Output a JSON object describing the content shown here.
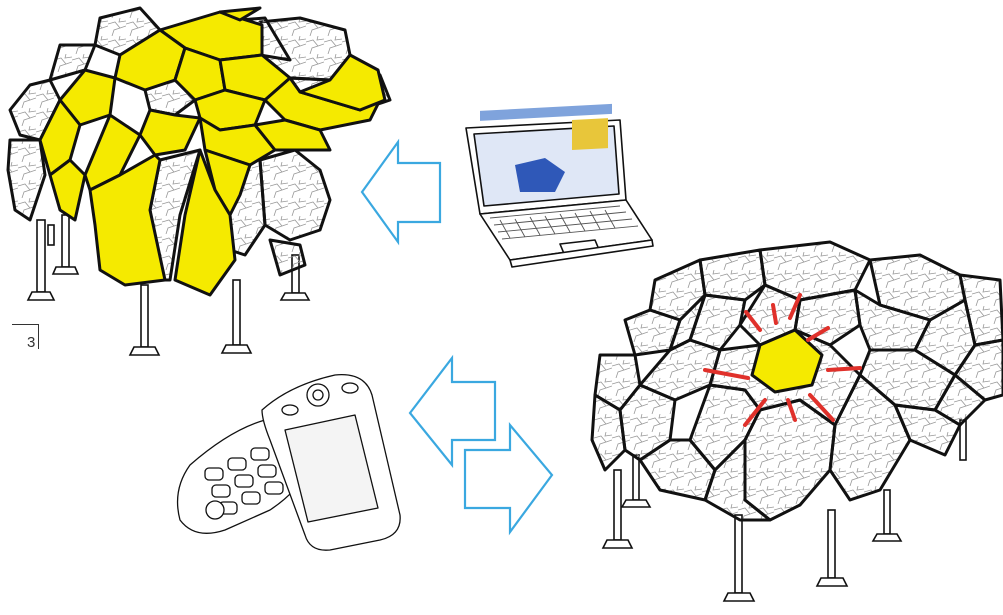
{
  "figure_number": "3",
  "colors": {
    "highlight": "#f5ea00",
    "outline": "#111111",
    "arrow": "#3aa8e0",
    "signal": "#e0312b",
    "texture": "#9a9a9a",
    "laptop_screen": "#2f58b8"
  },
  "nodes": [
    {
      "id": "canopy-left",
      "desc": "canopy-many-panels-highlighted"
    },
    {
      "id": "laptop",
      "desc": "laptop-device"
    },
    {
      "id": "phone",
      "desc": "mobile-phone-device"
    },
    {
      "id": "canopy-right",
      "desc": "canopy-single-panel-highlighted-with-signal"
    }
  ],
  "edges": [
    {
      "from": "laptop",
      "to": "canopy-left",
      "direction": "one-way"
    },
    {
      "from": "phone",
      "to": "canopy-right",
      "direction": "two-way"
    }
  ]
}
